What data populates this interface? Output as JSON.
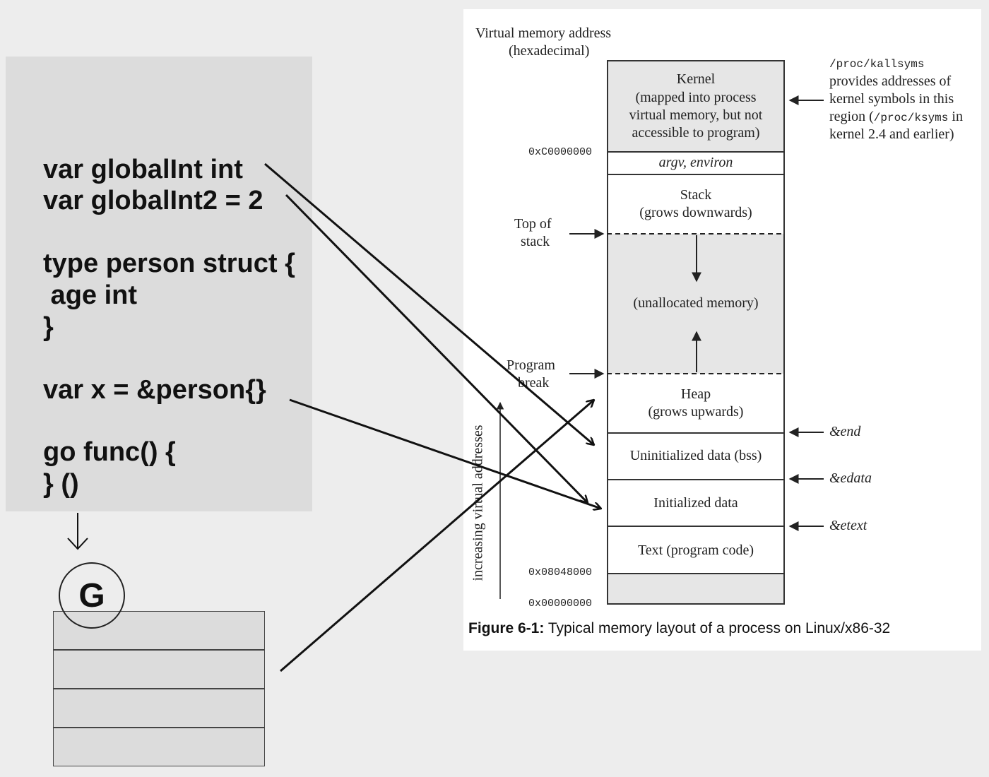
{
  "code": {
    "lines": [
      "var globalInt int",
      "var globalInt2 = 2",
      "type person struct {",
      " age int",
      "}",
      "var x = &person{}",
      "go func() {",
      "} ()"
    ]
  },
  "goroutine": {
    "label": "G",
    "stack_frames": 4
  },
  "figure": {
    "axis_title_line1": "Virtual memory address",
    "axis_title_line2": "(hexadecimal)",
    "segments": {
      "kernel": [
        "Kernel",
        "(mapped into process",
        "virtual memory, but not",
        "accessible to program)"
      ],
      "argv": "argv, environ",
      "stack": [
        "Stack",
        "(grows downwards)"
      ],
      "unallocated": "(unallocated memory)",
      "heap": [
        "Heap",
        "(grows upwards)"
      ],
      "bss": "Uninitialized data (bss)",
      "init": "Initialized data",
      "text": "Text (program code)"
    },
    "addresses": {
      "kernel_start": "0xC0000000",
      "text_start": "0x08048000",
      "zero": "0x00000000"
    },
    "left_labels": {
      "top_of_stack": [
        "Top of",
        "stack"
      ],
      "program_break": [
        "Program",
        "break"
      ]
    },
    "vertical_label": "increasing virtual addresses",
    "kallsyms_note": {
      "line1": "/proc/kallsyms",
      "line2": "provides addresses of",
      "line3": "kernel symbols in this",
      "line4_prefix": "region (",
      "line4_code": "/proc/ksyms",
      "line4_suffix": " in",
      "line5": "kernel 2.4 and earlier)"
    },
    "symbols": {
      "end": "&end",
      "edata": "&edata",
      "etext": "&etext"
    },
    "caption_bold": "Figure 6-1:",
    "caption_rest": " Typical memory layout of a process on Linux/x86-32"
  },
  "colors": {
    "page_bg": "#ededed",
    "panel_bg": "#dcdcdc",
    "figure_bg": "#ffffff",
    "shaded_segment": "#e6e6e6",
    "line": "#111111"
  }
}
